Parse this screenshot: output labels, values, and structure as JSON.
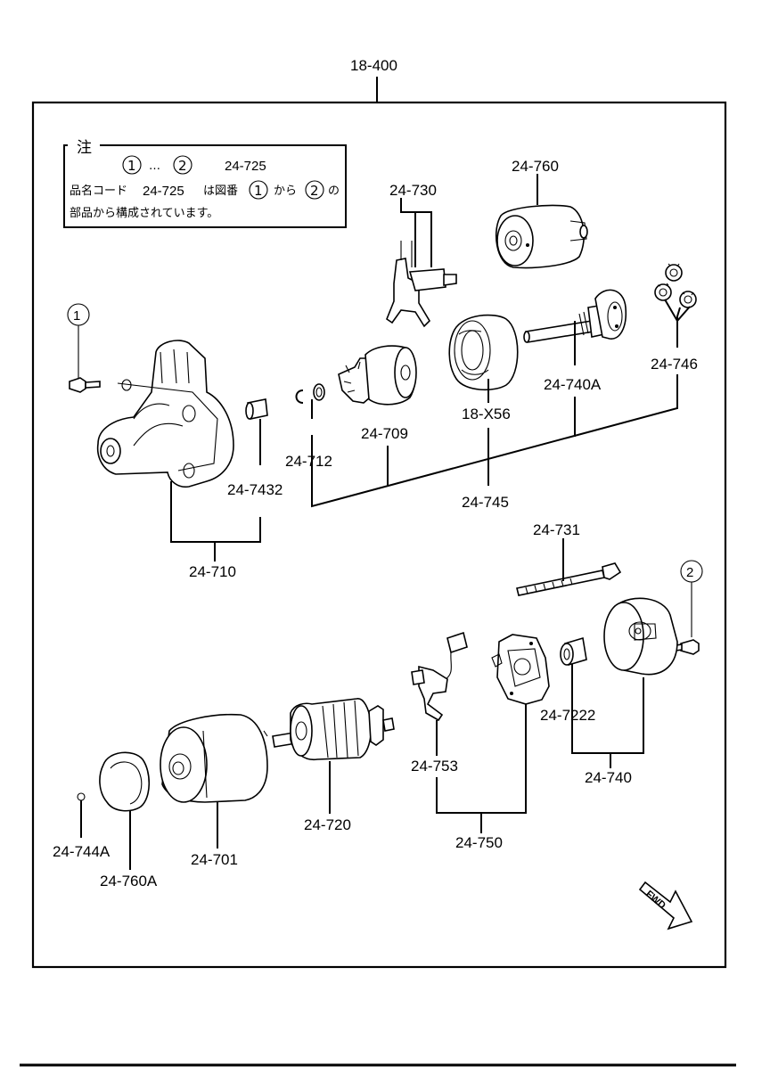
{
  "assembly_label": "18-400",
  "note": {
    "title": "注",
    "circle_1": "1",
    "ellipsis": "…",
    "circle_2": "2",
    "code": "24-725",
    "line2_prefix": "品名コード",
    "line2_code": "24-725",
    "line2_mid": "は図番",
    "line2_from": "から",
    "line2_suffix": "の",
    "line3": "部品から構成されています。"
  },
  "markers": {
    "m1": "1",
    "m2": "2"
  },
  "labels": {
    "l24760": "24-760",
    "l24730": "24-730",
    "l24746": "24-746",
    "l24740A": "24-740A",
    "l18X56": "18-X56",
    "l24709": "24-709",
    "l24712": "24-712",
    "l247432": "24-7432",
    "l24745": "24-745",
    "l24710": "24-710",
    "l24731": "24-731",
    "l247222": "24-7222",
    "l24740": "24-740",
    "l24753": "24-753",
    "l24750": "24-750",
    "l24720": "24-720",
    "l24701": "24-701",
    "l24744A": "24-744A",
    "l24760A": "24-760A"
  },
  "direction_badge": "FWD"
}
